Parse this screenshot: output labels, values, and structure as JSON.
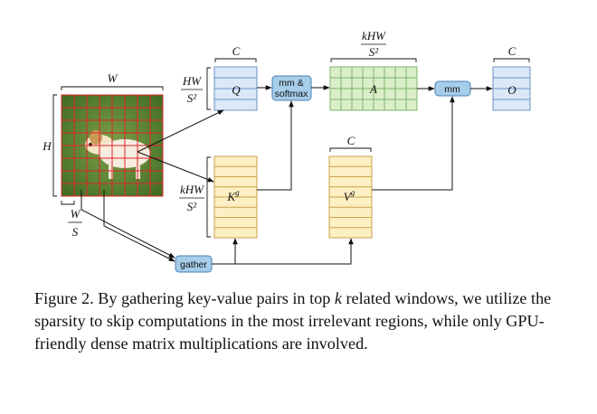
{
  "figure": {
    "image_labels": {
      "width": "W",
      "height": "H",
      "window_num": "W",
      "window_den": "S"
    },
    "q_block": {
      "name": "Q",
      "cols": "C",
      "rows_num": "HW",
      "rows_den": "S²"
    },
    "k_block": {
      "name": "K",
      "sup": "g",
      "rows_num": "kHW",
      "rows_den": "S²"
    },
    "v_block": {
      "name": "V",
      "sup": "g",
      "cols": "C"
    },
    "a_block": {
      "name": "A",
      "cols_num": "kHW",
      "cols_den": "S²"
    },
    "o_block": {
      "name": "O",
      "cols": "C"
    },
    "ops": {
      "mm_softmax_line1": "mm &",
      "mm_softmax_line2": "softmax",
      "mm": "mm",
      "gather": "gather"
    },
    "colors": {
      "blue_fill": "#dbe8f8",
      "blue_stroke": "#6d93c6",
      "yellow_fill": "#fdefc4",
      "yellow_stroke": "#c9a24c",
      "green_fill": "#d9eec9",
      "green_stroke": "#7fb46a",
      "op_fill": "#a6cde9",
      "op_stroke": "#4a80b2",
      "grid_red": "#e0242a"
    }
  },
  "caption": {
    "prefix": "Figure 2. By gathering key-value pairs in top ",
    "k": "k",
    "suffix": " related windows, we utilize the sparsity to skip computations in the most irrelevant regions, while only GPU-friendly dense matrix multiplications are involved."
  }
}
